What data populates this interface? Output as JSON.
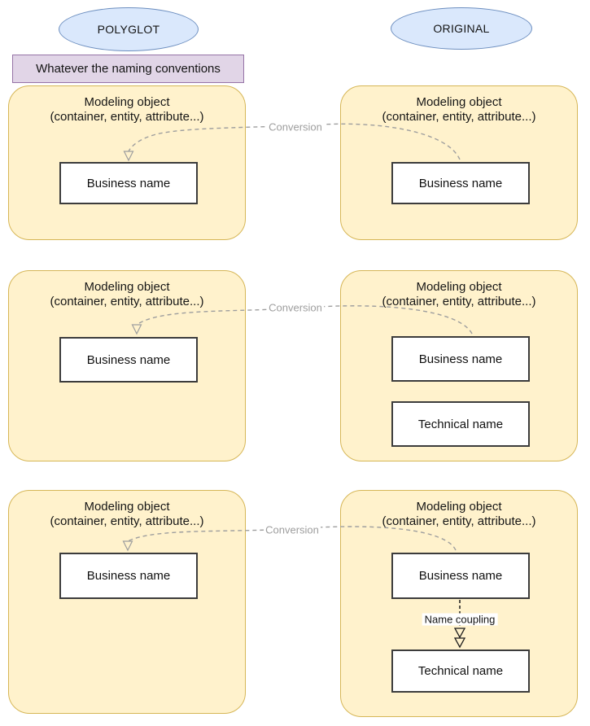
{
  "columns": [
    {
      "label": "POLYGLOT"
    },
    {
      "label": "ORIGINAL"
    }
  ],
  "note": "Whatever the naming conventions",
  "rows": [
    {
      "conversion_label": "Conversion",
      "left": {
        "title": "Modeling object",
        "subtitle": "(container, entity, attribute...)",
        "business": "Business name"
      },
      "right": {
        "title": "Modeling object",
        "subtitle": "(container, entity, attribute...)",
        "business": "Business name"
      }
    },
    {
      "conversion_label": "Conversion",
      "left": {
        "title": "Modeling object",
        "subtitle": "(container, entity, attribute...)",
        "business": "Business name"
      },
      "right": {
        "title": "Modeling object",
        "subtitle": "(container, entity, attribute...)",
        "business": "Business name",
        "technical": "Technical name"
      }
    },
    {
      "conversion_label": "Conversion",
      "left": {
        "title": "Modeling object",
        "subtitle": "(container, entity, attribute...)",
        "business": "Business name"
      },
      "right": {
        "title": "Modeling object",
        "subtitle": "(container, entity, attribute...)",
        "business": "Business name",
        "technical": "Technical name",
        "coupling_label": "Name coupling"
      }
    }
  ],
  "colors": {
    "ellipse_fill": "#dae8fc",
    "ellipse_stroke": "#6c8ebf",
    "note_fill": "#e1d5e7",
    "note_stroke": "#9673a6",
    "container_fill": "#fff2cc",
    "container_stroke": "#d6b656",
    "name_box_fill": "#ffffff",
    "name_box_stroke": "#3c3c3c",
    "connector_gray": "#9e9e9e",
    "coupling_black": "#1a1a1a"
  }
}
